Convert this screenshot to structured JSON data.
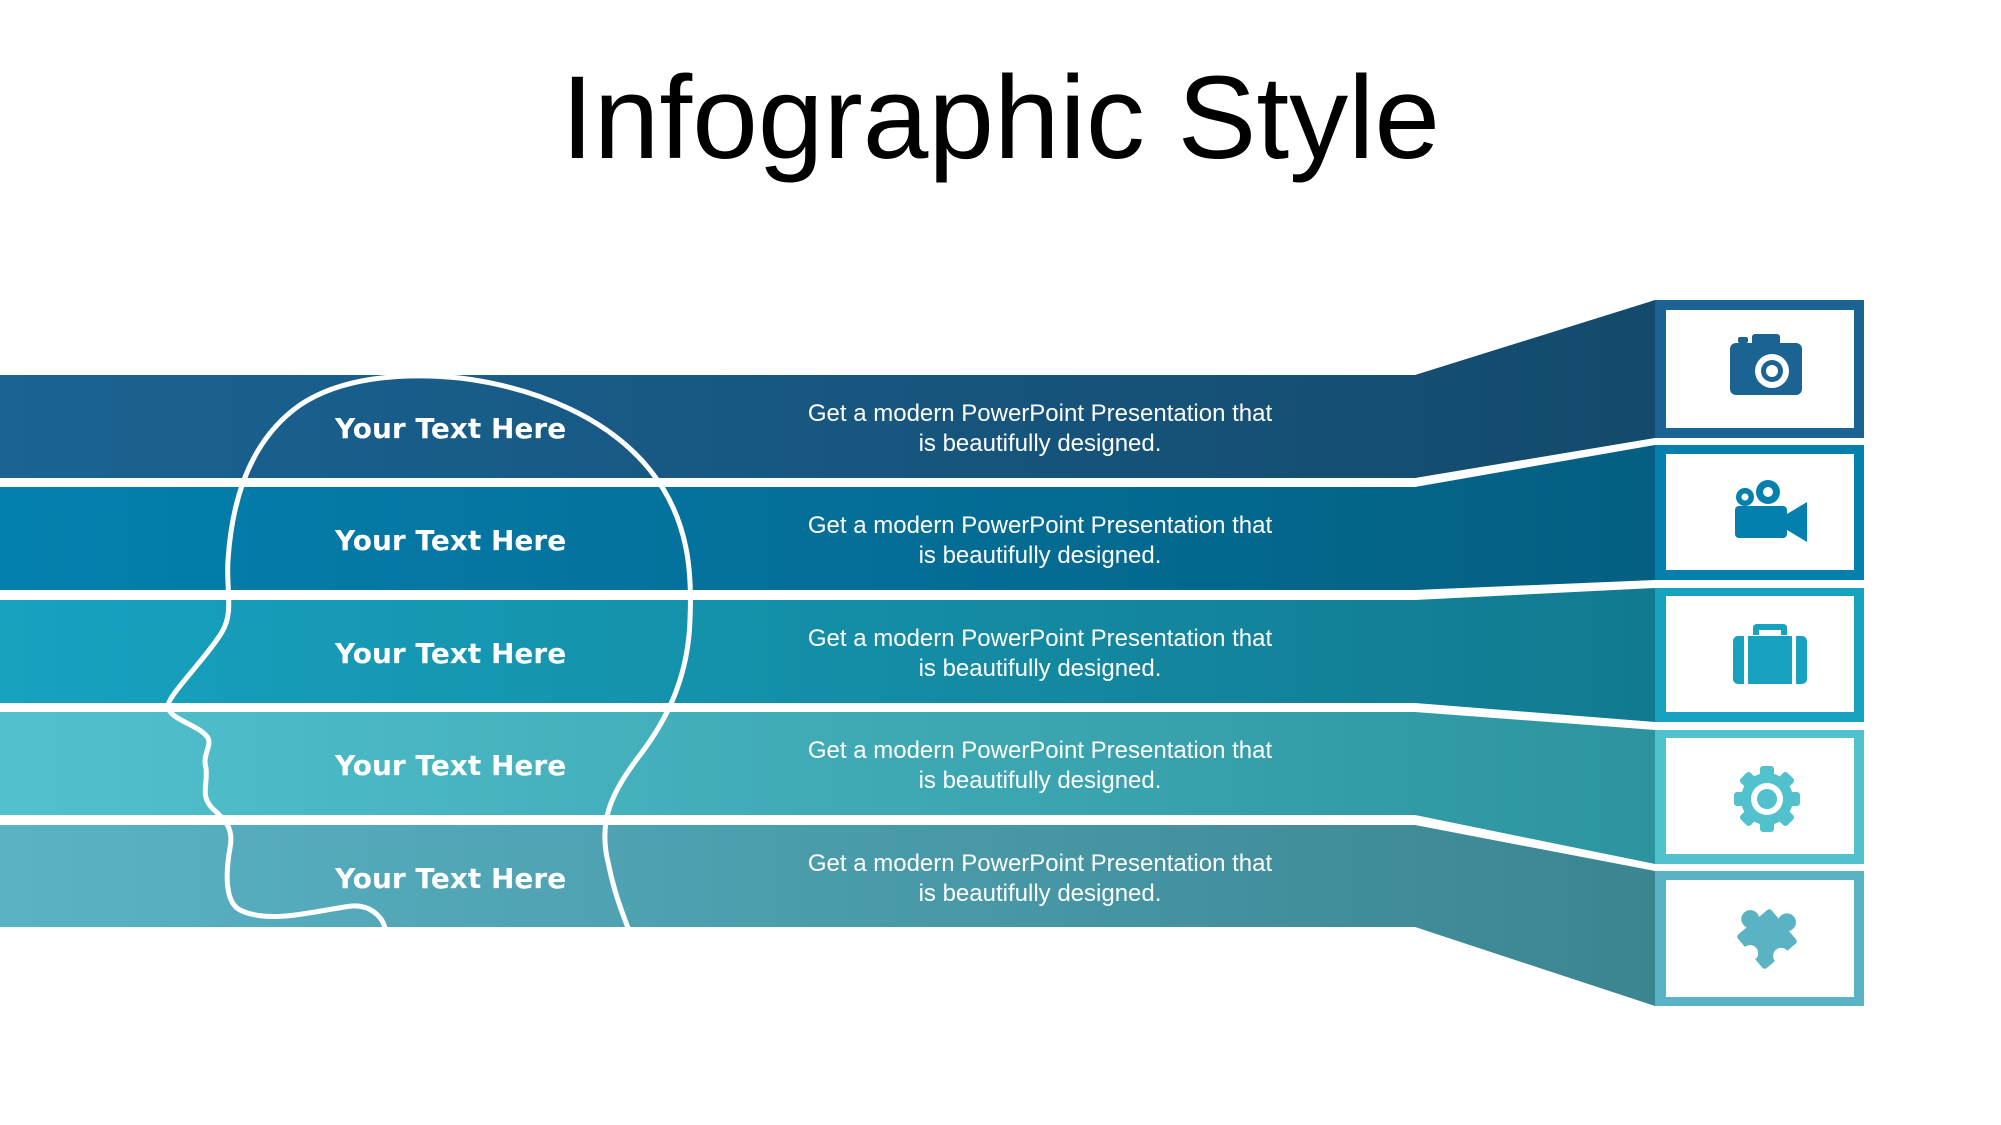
{
  "slide": {
    "title": "Infographic Style"
  },
  "rows": [
    {
      "title": "Your Text  Here",
      "desc_line1": "Get a modern PowerPoint  Presentation that",
      "desc_line2": "is beautifully designed.",
      "color": "#1A6393",
      "accent": "#144A6C",
      "icon": "camera-icon"
    },
    {
      "title": "Your Text  Here",
      "desc_line1": "Get a modern PowerPoint  Presentation that",
      "desc_line2": "is beautifully designed.",
      "color": "#0480AE",
      "accent": "#045F82",
      "icon": "video-camera-icon"
    },
    {
      "title": "Your Text  Here",
      "desc_line1": "Get a modern PowerPoint  Presentation that",
      "desc_line2": "is beautifully designed.",
      "color": "#17A2BF",
      "accent": "#117A90",
      "icon": "briefcase-icon"
    },
    {
      "title": "Your Text  Here",
      "desc_line1": "Get a modern PowerPoint  Presentation that",
      "desc_line2": "is beautifully designed.",
      "color": "#52C1CE",
      "accent": "#2D949F",
      "icon": "gear-icon"
    },
    {
      "title": "Your Text  Here",
      "desc_line1": "Get a modern PowerPoint  Presentation that",
      "desc_line2": "is beautifully designed.",
      "color": "#5AB3C4",
      "accent": "#3B8591",
      "icon": "puzzle-piece-icon"
    }
  ]
}
